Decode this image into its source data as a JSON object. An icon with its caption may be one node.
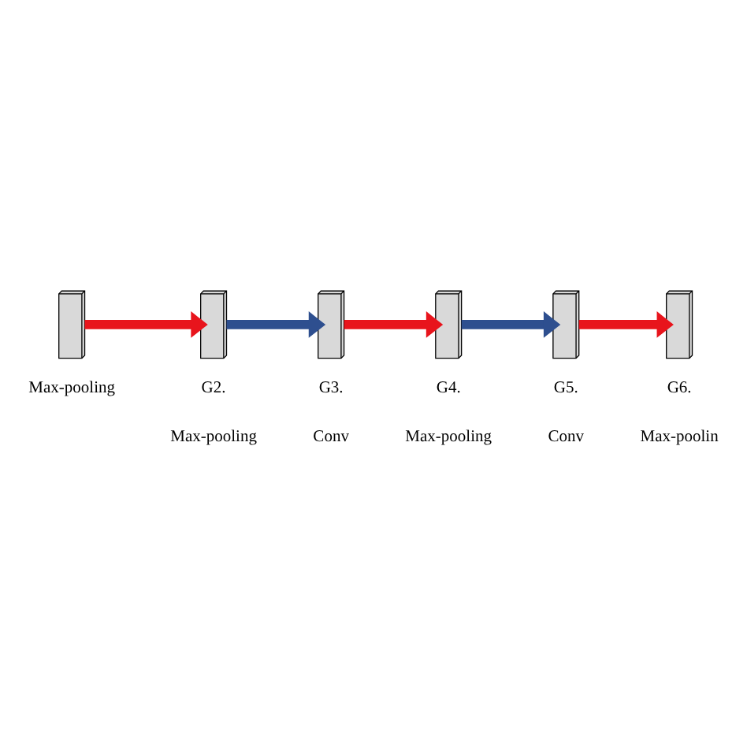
{
  "diagram": {
    "nodes": [
      {
        "text": [],
        "shape": "box"
      },
      {
        "text": [],
        "shape": "box"
      },
      {
        "text": [],
        "shape": "box"
      },
      {
        "text": [],
        "shape": "box"
      },
      {
        "text": [],
        "shape": "box"
      },
      {
        "text": [],
        "shape": "box"
      }
    ],
    "edges": [
      {
        "from": 0,
        "to": 1,
        "arrow": "to"
      },
      {
        "from": 1,
        "to": 2,
        "arrow": "to",
        "color": "#2e4f8f"
      },
      {
        "from": 2,
        "to": 3,
        "arrow": "to"
      },
      {
        "from": 3,
        "to": 4,
        "arrow": "to",
        "color": "#2e4f8f"
      },
      {
        "from": 4,
        "to": 5,
        "arrow": "to"
      }
    ],
    "labels": [
      "Max-pooling",
      "G2.",
      "Max-pooling",
      "G3.",
      "Conv",
      "G4.",
      "Max-pooling",
      "G5.",
      "Conv",
      "G6.",
      "Max-poolin"
    ]
  }
}
